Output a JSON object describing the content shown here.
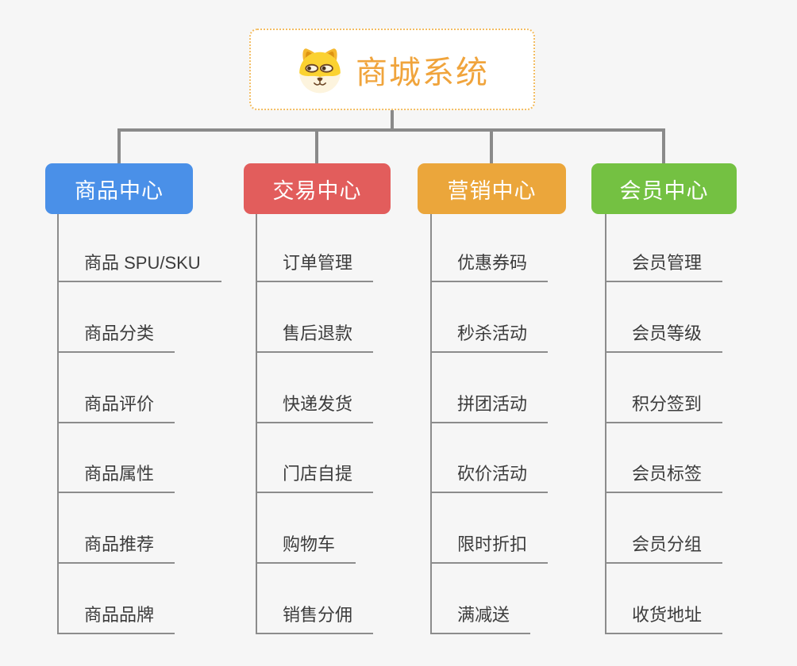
{
  "app": {
    "background": "#f6f6f6",
    "connector_color": "#8a8a8a",
    "line_color": "#8c8c8c"
  },
  "root": {
    "title": "商城系统",
    "icon": "dog-face-icon",
    "accent_color": "#f0a43c",
    "border_color": "#f3bd62"
  },
  "branches": [
    {
      "id": "product-center",
      "label": "商品中心",
      "color": "#4a90e8",
      "items": [
        "商品 SPU/SKU",
        "商品分类",
        "商品评价",
        "商品属性",
        "商品推荐",
        "商品品牌"
      ]
    },
    {
      "id": "trade-center",
      "label": "交易中心",
      "color": "#e25d5c",
      "items": [
        "订单管理",
        "售后退款",
        "快递发货",
        "门店自提",
        "购物车",
        "销售分佣"
      ]
    },
    {
      "id": "marketing-center",
      "label": "营销中心",
      "color": "#eba63b",
      "items": [
        "优惠券码",
        "秒杀活动",
        "拼团活动",
        "砍价活动",
        "限时折扣",
        "满减送"
      ]
    },
    {
      "id": "member-center",
      "label": "会员中心",
      "color": "#74c142",
      "items": [
        "会员管理",
        "会员等级",
        "积分签到",
        "会员标签",
        "会员分组",
        "收货地址"
      ]
    }
  ]
}
